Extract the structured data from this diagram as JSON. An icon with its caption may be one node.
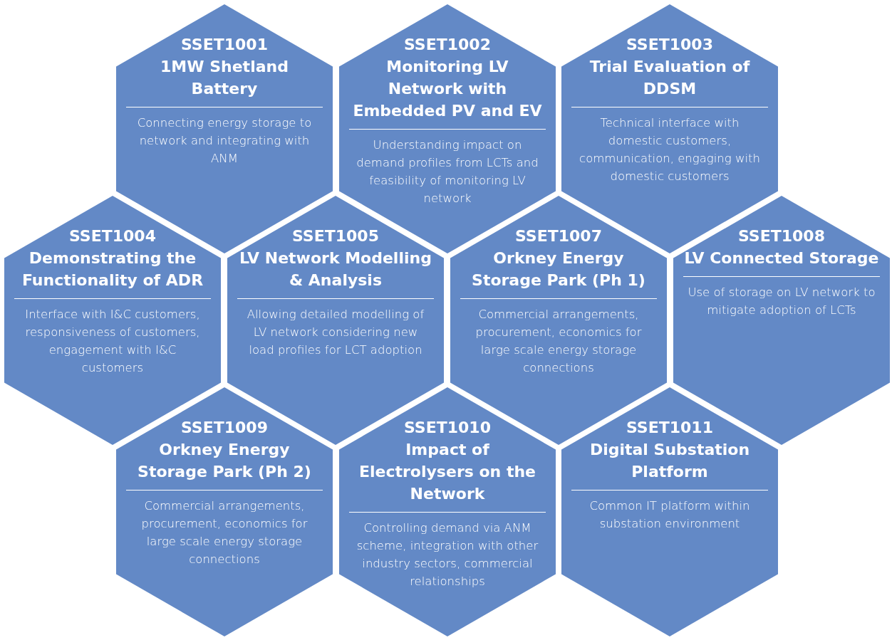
{
  "diagram": {
    "nodes": [
      {
        "text": [
          "SSET1001",
          "1MW Shetland Battery",
          "Connecting energy storage to network and integrating with ANM"
        ]
      },
      {
        "text": [
          "SSET1002",
          "Monitoring LV Network with Embedded PV and EV",
          "Understanding impact on demand profiles from LCTs and feasibility of monitoring LV network"
        ]
      },
      {
        "text": [
          "SSET1003",
          "Trial Evaluation of DDSM",
          "Technical interface with domestic customers, communication, engaging with domestic customers"
        ]
      },
      {
        "text": [
          "SSET1004",
          "Demonstrating the Functionality of ADR",
          "Interface with I&C customers, responsiveness of customers, engagement with I&C customers"
        ]
      },
      {
        "text": [
          "SSET1005",
          "LV Network Modelling & Analysis",
          "Allowing detailed modelling of LV network considering new load profiles for LCT adoption"
        ]
      },
      {
        "text": [
          "SSET1007",
          "Orkney Energy Storage Park (Ph 1)",
          "Commercial arrangements, procurement, economics for large scale energy storage connections"
        ]
      },
      {
        "text": [
          "SSET1008",
          "LV Connected Storage",
          "Use of storage on LV network to mitigate adoption of LCTs"
        ]
      },
      {
        "text": [
          "SSET1009",
          "Orkney Energy Storage Park (Ph 2)",
          "Commercial arrangements, procurement, economics for large scale energy storage connections"
        ]
      },
      {
        "text": [
          "SSET1010",
          "Impact of Electrolysers on the Network",
          "Controlling demand via ANM scheme, integration with other industry sectors, commercial relationships"
        ]
      },
      {
        "text": [
          "SSET1011",
          "Digital Substation Platform",
          "Common IT platform within substation environment"
        ]
      }
    ]
  }
}
